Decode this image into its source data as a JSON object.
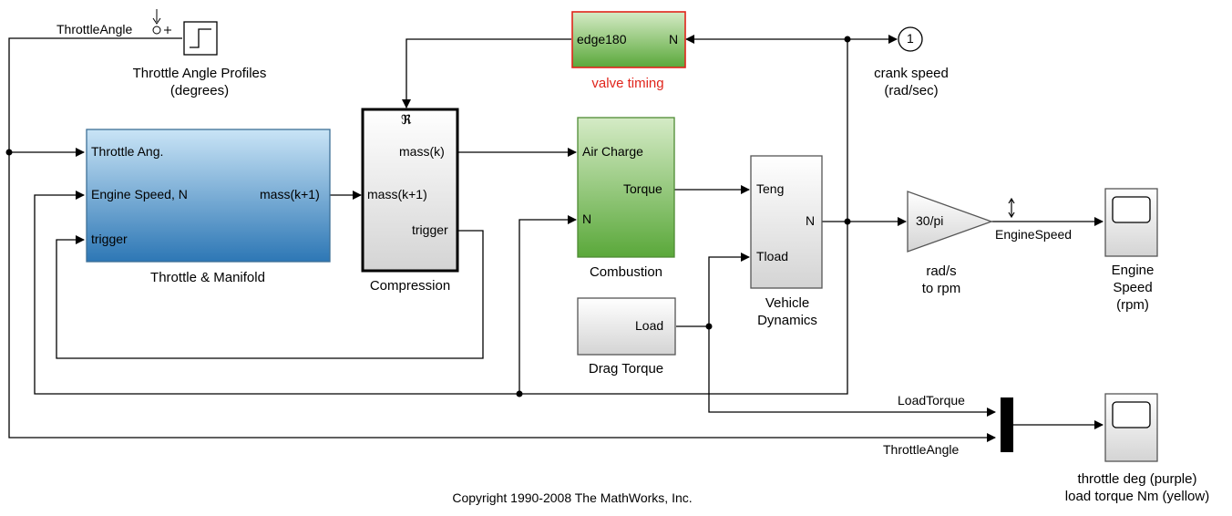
{
  "blocks": {
    "throttle_manifold": {
      "name": "Throttle & Manifold",
      "in_ports": [
        "Throttle Ang.",
        "Engine Speed, N",
        "trigger"
      ],
      "out_port": "mass(k+1)"
    },
    "compression": {
      "name": "Compression",
      "glyph": "ℜ",
      "out_port": "mass(k)",
      "in_port": "mass(k+1)",
      "trigger_port": "trigger"
    },
    "valve_timing": {
      "name": "valve timing",
      "in_port": "edge180",
      "out_port": "N"
    },
    "combustion": {
      "name": "Combustion",
      "in_ports": [
        "Air Charge",
        "N"
      ],
      "out_port": "Torque"
    },
    "vehicle_dynamics": {
      "name_line1": "Vehicle",
      "name_line2": "Dynamics",
      "in_ports": [
        "Teng",
        "Tload"
      ],
      "out_port": "N"
    },
    "drag_torque": {
      "name": "Drag Torque",
      "out_port": "Load"
    },
    "gain": {
      "value": "30/pi",
      "name_line1": "rad/s",
      "name_line2": "to rpm"
    },
    "engine_speed_scope": {
      "name_line1": "Engine",
      "name_line2": "Speed",
      "name_line3": "(rpm)"
    },
    "throttle_profiles": {
      "name_line1": "Throttle Angle Profiles",
      "name_line2": "(degrees)"
    },
    "crank_speed_outport": {
      "number": "1",
      "name_line1": "crank speed",
      "name_line2": "(rad/sec)"
    },
    "throttle_load_scope": {
      "name_line1": "throttle deg (purple)",
      "name_line2": "load torque Nm (yellow)"
    }
  },
  "signals": {
    "throttle_angle_top": "ThrottleAngle",
    "engine_speed": "EngineSpeed",
    "load_torque": "LoadTorque",
    "throttle_angle_bottom": "ThrottleAngle"
  },
  "copyright": "Copyright 1990-2008 The MathWorks, Inc.",
  "colors": {
    "throttle_block_top": "#c9e4f6",
    "throttle_block_bottom": "#2d77b5",
    "green_top": "#cfe8bf",
    "green_bottom": "#5aa83a",
    "valve_border": "#e0241b",
    "valve_label": "#e0241b",
    "line": "#000000"
  }
}
